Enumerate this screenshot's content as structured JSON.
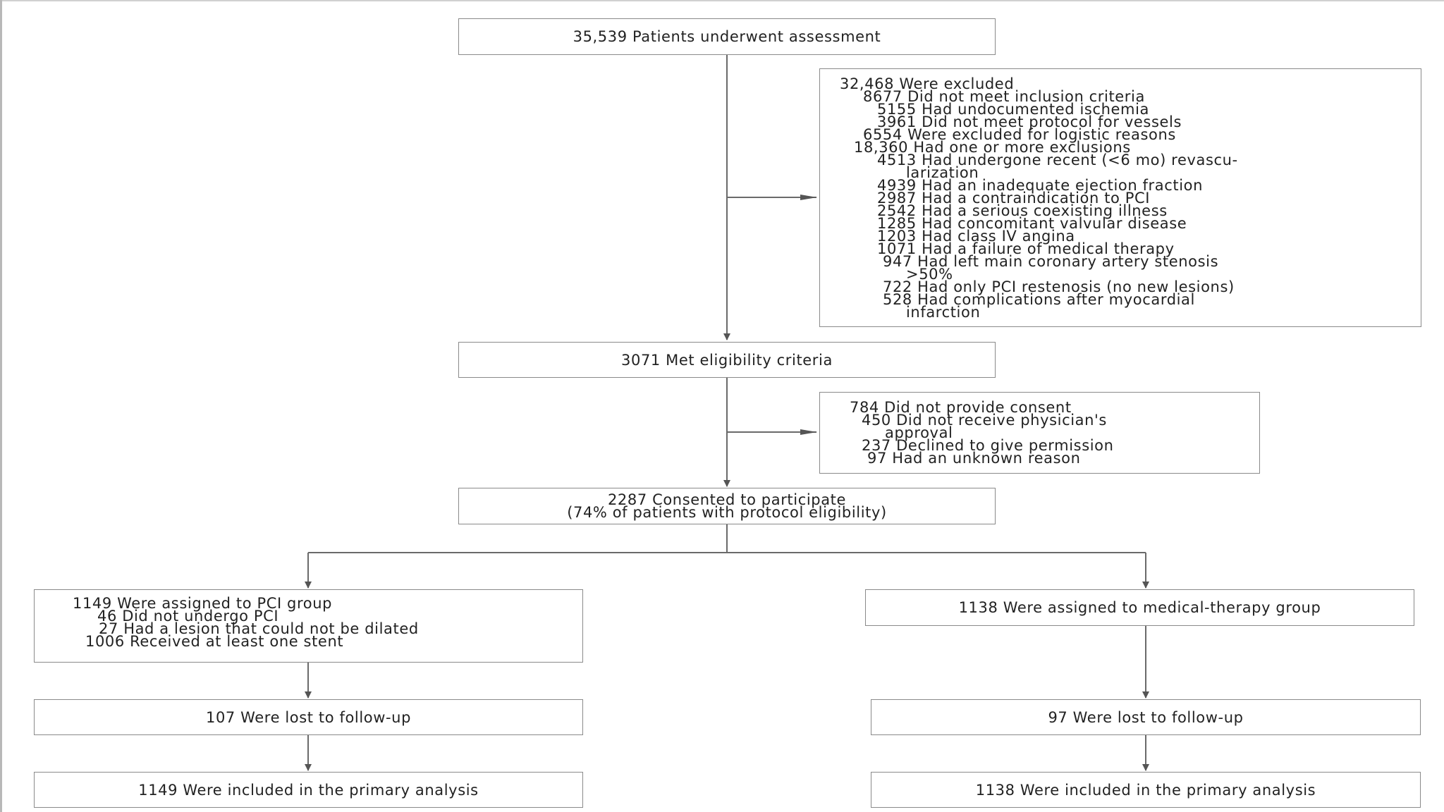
{
  "assessment": "35,539 Patients underwent assessment",
  "excluded": {
    "total": "32,468 Were excluded",
    "inclusion": "8677 Did not meet inclusion criteria",
    "ischemia": "5155 Had undocumented ischemia",
    "vessels": "3961 Did not meet protocol for vessels",
    "logistic": "6554 Were excluded for logistic reasons",
    "one_or_more": "18,360 Had one or more exclusions",
    "revasc_1": "4513 Had undergone recent (<6 mo) revascu-",
    "revasc_2": "larization",
    "ejection": "4939 Had an inadequate ejection fraction",
    "contraindication": "2987 Had a contraindication to PCI",
    "coexisting": "2542 Had a serious coexisting illness",
    "valvular": "1285 Had concomitant valvular disease",
    "angina": "1203 Had class IV angina",
    "medical_failure": "1071 Had a failure of medical therapy",
    "left_main_1": "947 Had left main coronary artery stenosis",
    "left_main_2": ">50%",
    "restenosis": "722 Had only PCI restenosis (no new lesions)",
    "complications_1": "528 Had complications after myocardial",
    "complications_2": "infarction"
  },
  "eligible": "3071 Met eligibility criteria",
  "no_consent": {
    "total": "784 Did not provide consent",
    "physician_1": "450 Did not receive physician's",
    "physician_2": "approval",
    "declined": "237 Declined to give permission",
    "unknown": "97 Had an unknown reason"
  },
  "consented": {
    "line1": "2287 Consented to participate",
    "line2": "(74% of patients with protocol eligibility)"
  },
  "pci": {
    "assigned": "1149 Were assigned to PCI group",
    "not_undergo": "46 Did not undergo PCI",
    "not_dilated": "27 Had a lesion that could not be dilated",
    "stent": "1006 Received at least one stent",
    "lost": "107 Were lost to follow-up",
    "analysis": "1149 Were included in the primary analysis"
  },
  "medical": {
    "assigned": "1138 Were assigned to medical-therapy group",
    "lost": "97 Were lost to follow-up",
    "analysis": "1138 Were included in the primary analysis"
  }
}
